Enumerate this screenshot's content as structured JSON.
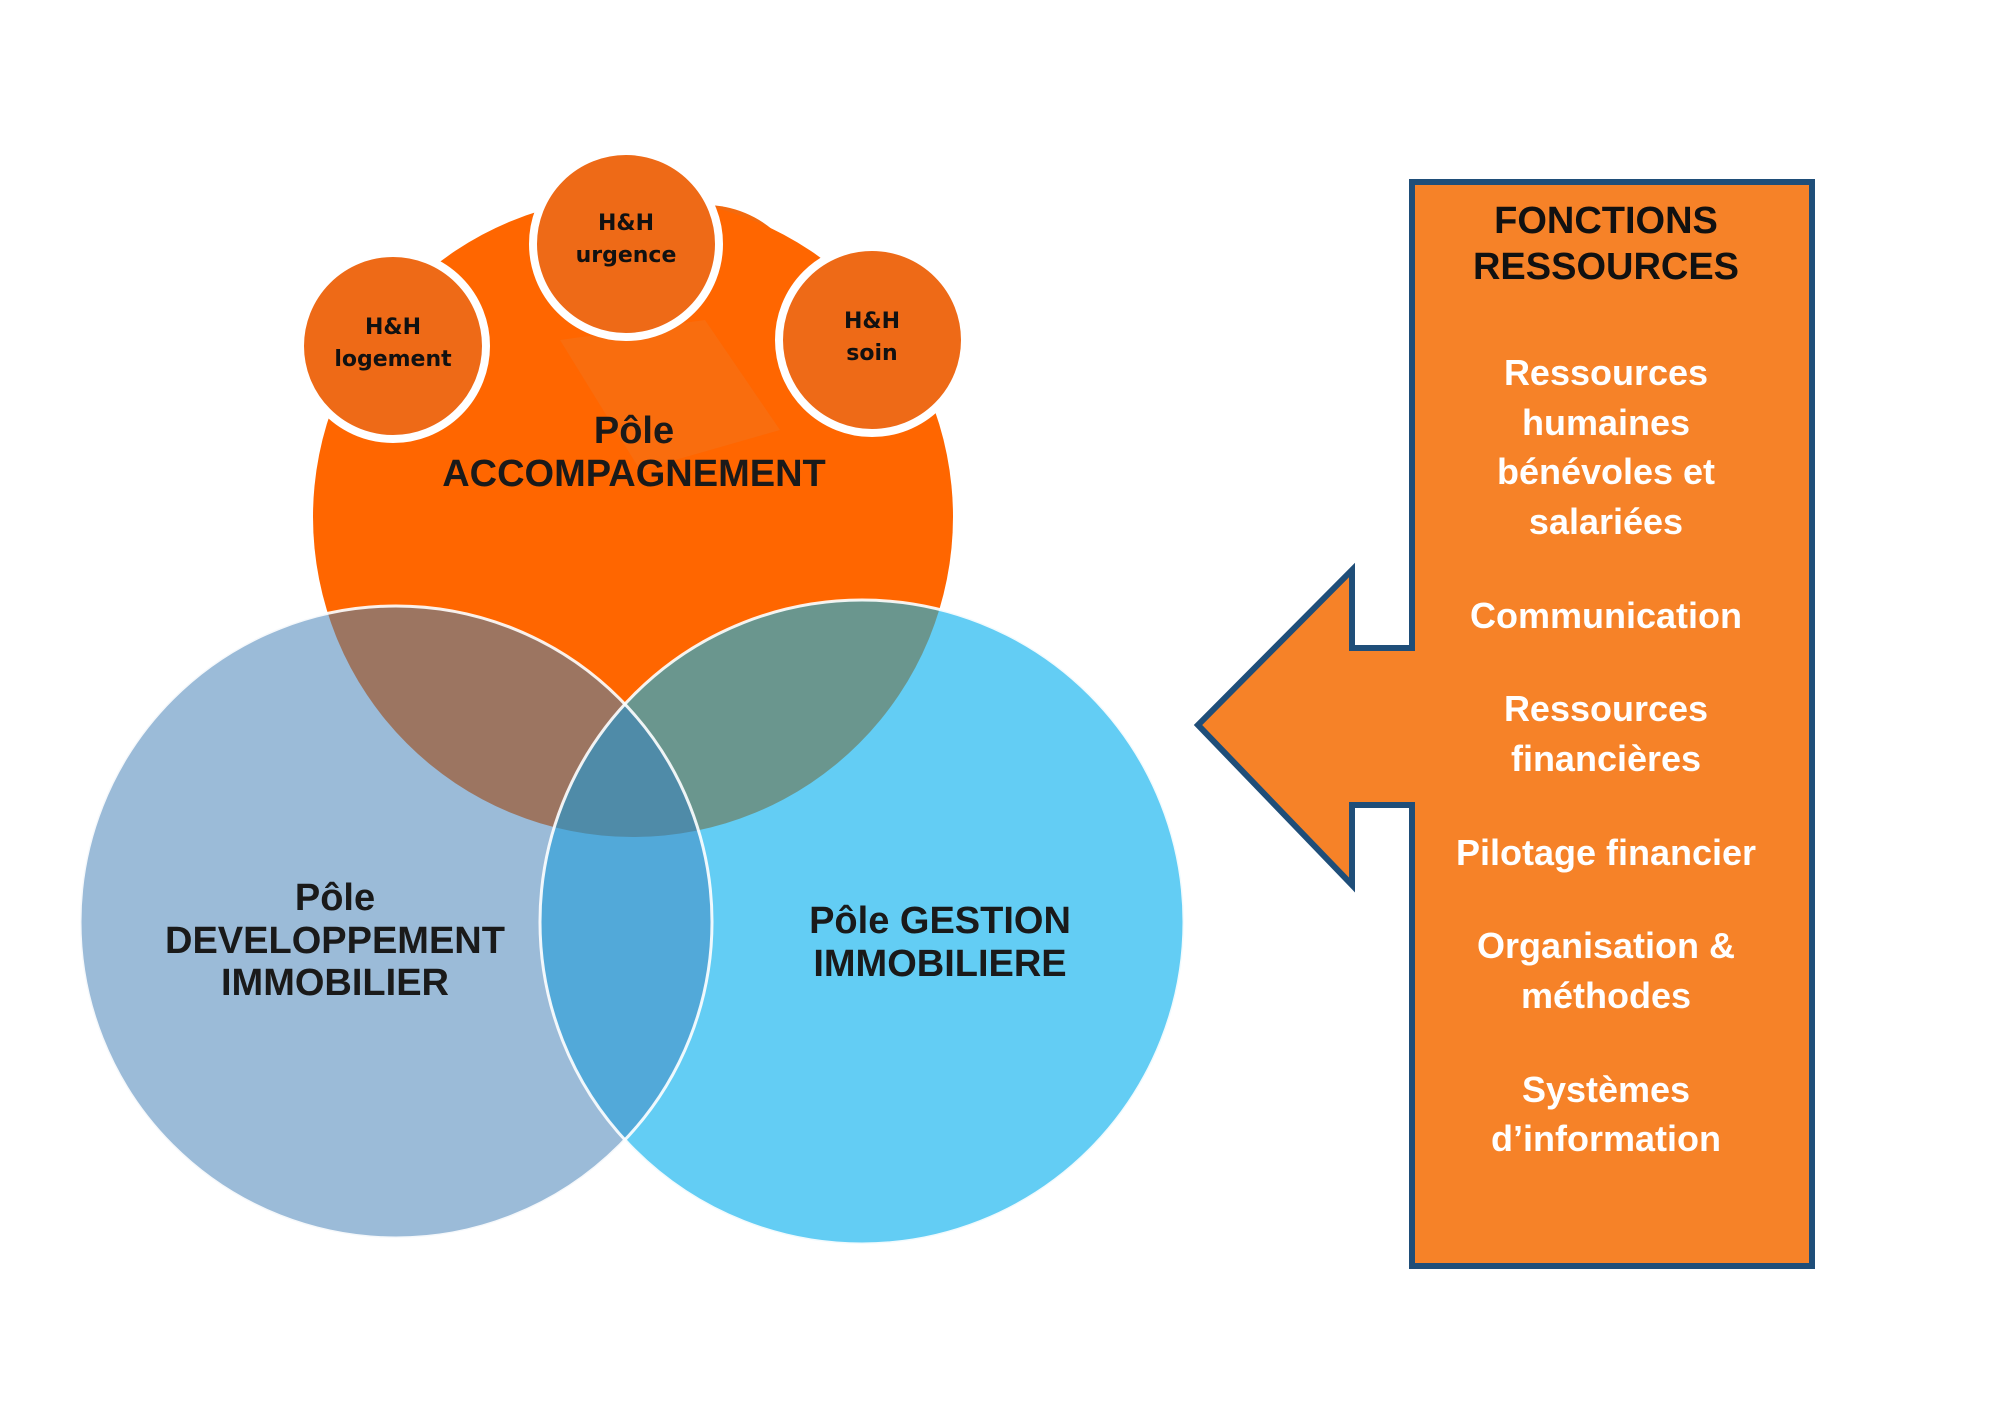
{
  "colors": {
    "accompagnement": "#ff6600",
    "developpement": "#9bbbd8",
    "gestion": "#5ec9f2",
    "ressources_panel": "#f68228",
    "panel_border": "#1f4e79"
  },
  "poles": {
    "accompagnement": {
      "line1": "Pôle",
      "line2": "ACCOMPAGNEMENT"
    },
    "developpement": {
      "line1": "Pôle",
      "line2": "DEVELOPPEMENT",
      "line3": "IMMOBILIER"
    },
    "gestion": {
      "line1": "Pôle GESTION",
      "line2": "IMMOBILIERE"
    }
  },
  "sub_units": [
    {
      "line1": "H&H",
      "line2": "logement"
    },
    {
      "line1": "H&H",
      "line2": "urgence"
    },
    {
      "line1": "H&H",
      "line2": "soin"
    }
  ],
  "ressources": {
    "title_line1": "FONCTIONS",
    "title_line2": "RESSOURCES",
    "items": [
      {
        "lines": [
          "Ressources",
          "humaines",
          "bénévoles et",
          "salariées"
        ]
      },
      {
        "lines": [
          "Communication"
        ]
      },
      {
        "lines": [
          "Ressources",
          "financières"
        ]
      },
      {
        "lines": [
          "Pilotage financier"
        ]
      },
      {
        "lines": [
          "Organisation &",
          "méthodes"
        ]
      },
      {
        "lines": [
          "Systèmes",
          "d’information"
        ]
      }
    ]
  }
}
